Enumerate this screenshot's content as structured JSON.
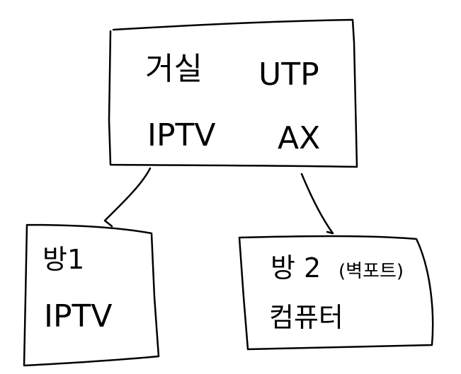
{
  "nodes": {
    "living_room": {
      "title": "거실",
      "line1_right": "UTP",
      "line2_left": "IPTV",
      "line2_right": "AX"
    },
    "room1": {
      "title": "방1",
      "device": "IPTV"
    },
    "room2": {
      "title": "방 2",
      "note": "(벽포트)",
      "device": "컴퓨터"
    }
  },
  "edges": [
    {
      "from": "living_room",
      "to": "room1"
    },
    {
      "from": "living_room",
      "to": "room2"
    }
  ]
}
